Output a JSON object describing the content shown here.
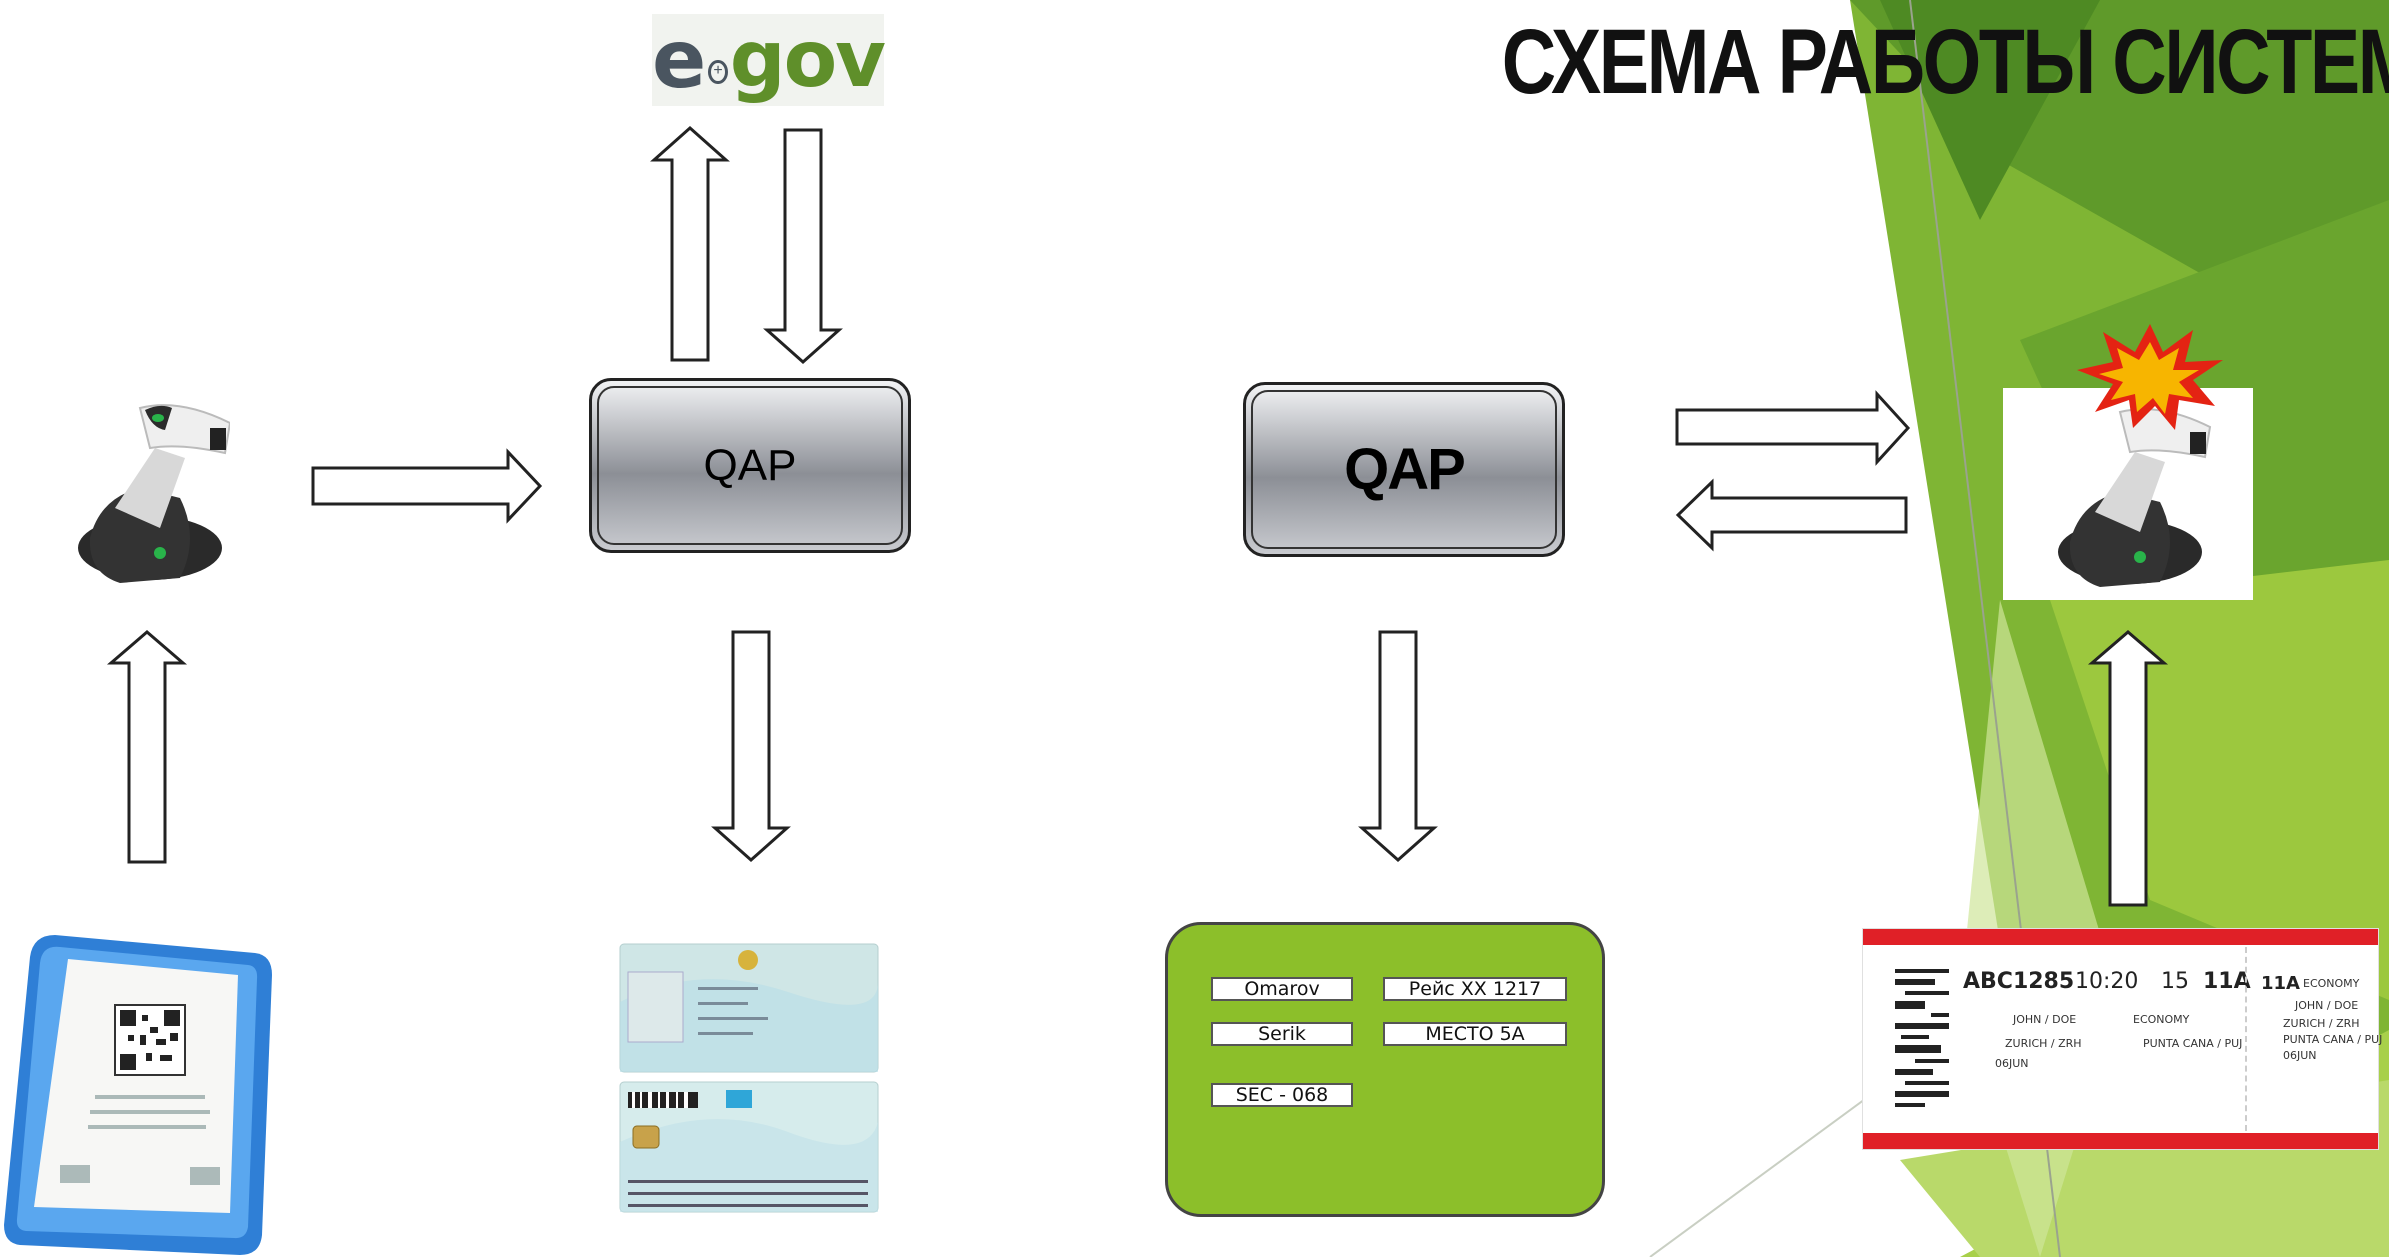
{
  "title": "СХЕМА РАБОТЫ СИСТЕМЫ",
  "logo": {
    "e": "e",
    "gov": "gov"
  },
  "nodes": {
    "qap_left": "QAP",
    "qap_right": "QAP"
  },
  "result_card": {
    "surname": "Omarov",
    "name": "Serik",
    "flight": "Рейс XX 1217",
    "seat": "МЕСТО 5А",
    "sec": "SEC - 068"
  },
  "ticket": {
    "flight": "ABC1285",
    "time": "10:20",
    "gate": "15",
    "seat": "11A",
    "seat_right": "11A",
    "class": "ECONOMY",
    "passenger": "JOHN / DOE",
    "from": "ZURICH / ZRH",
    "to": "PUNTA CANA / PUJ",
    "date": "06JUN",
    "class_right": "ECONOMY",
    "passenger_right": "JOHN / DOE",
    "from_right": "ZURICH / ZRH",
    "to_right": "PUNTA CANA / PUJ",
    "date_right": "06JUN"
  },
  "colors": {
    "green_light": "#b9d96a",
    "green_mid": "#8cbf2a",
    "green_dark": "#5f9a2a",
    "ticket_red": "#e02027"
  },
  "icons": [
    "barcode-scanner-icon",
    "smartphone-qr-icon",
    "id-card-icon",
    "boarding-pass-icon",
    "alert-burst-icon"
  ]
}
